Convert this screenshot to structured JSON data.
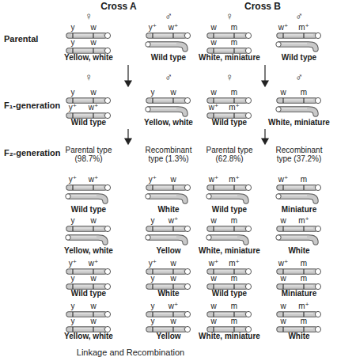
{
  "diagram": {
    "caption": "Linkage and Recombination",
    "labels": [
      "Cross A",
      "Cross B",
      "♀",
      "♂",
      "♀",
      "♂",
      "Parental",
      "y",
      "w",
      "y",
      "w",
      "Yellow, white",
      "y⁺",
      "w⁺",
      "Wild type",
      "w",
      "m",
      "w",
      "m",
      "White, miniature",
      "w⁺",
      "m⁺",
      "Wild type",
      "♀",
      "♂",
      "♀",
      "♂",
      "F₁-generation",
      "y",
      "w",
      "y⁺",
      "w⁺",
      "Wild type",
      "y",
      "w",
      "Yellow, white",
      "w",
      "m",
      "w⁺",
      "m⁺",
      "Wild type",
      "w",
      "m",
      "White, miniature",
      "F₂-generation",
      "Parental type (98.7%)",
      "Recombinant type (1.3%)",
      "Parental type (62.8%)",
      "Recombinant type (37.2%)",
      "y⁺",
      "w⁺",
      "Wild type",
      "y⁺",
      "w",
      "White",
      "w⁺",
      "m⁺",
      "Wild type",
      "w⁺",
      "m",
      "Miniature",
      "y",
      "w",
      "Yellow, white",
      "y",
      "w⁺",
      "Yellow",
      "w",
      "m",
      "White, miniature",
      "w",
      "m⁺",
      "White",
      "y⁺",
      "w⁺",
      "y",
      "w",
      "Wild type",
      "y⁺",
      "w",
      "y",
      "w",
      "White",
      "w⁺",
      "m⁺",
      "w",
      "m",
      "Wild type",
      "w⁺",
      "m",
      "w",
      "m",
      "Miniature",
      "y",
      "w",
      "y",
      "w",
      "Yellow, white",
      "y",
      "w⁺",
      "y",
      "w",
      "Yellow",
      "w",
      "m",
      "w",
      "m",
      "White, miniature",
      "w",
      "m⁺",
      "w",
      "m",
      "White"
    ]
  }
}
